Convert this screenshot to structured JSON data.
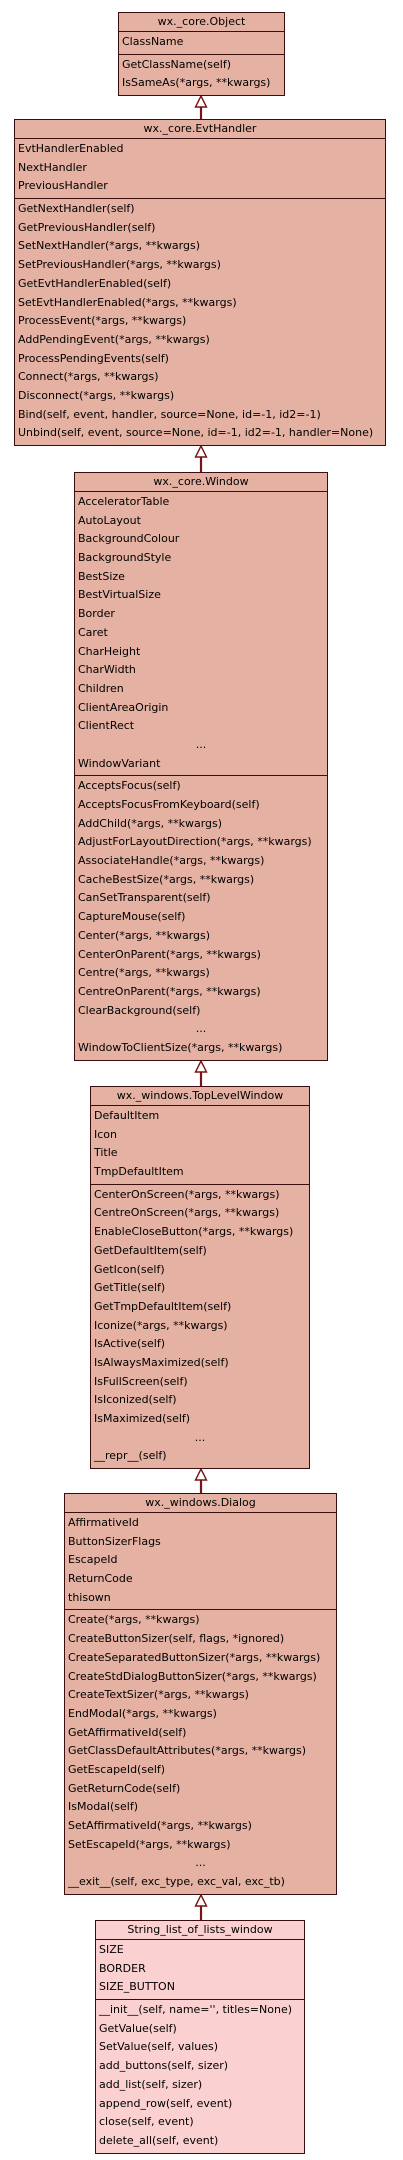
{
  "classes": [
    {
      "id": "object",
      "name": "wx._core.Object",
      "attributes": [
        "ClassName"
      ],
      "methods": [
        "GetClassName(self)",
        "IsSameAs(*args, **kwargs)"
      ]
    },
    {
      "id": "evthandler",
      "name": "wx._core.EvtHandler",
      "attributes": [
        "EvtHandlerEnabled",
        "NextHandler",
        "PreviousHandler"
      ],
      "methods": [
        "GetNextHandler(self)",
        "GetPreviousHandler(self)",
        "SetNextHandler(*args, **kwargs)",
        "SetPreviousHandler(*args, **kwargs)",
        "GetEvtHandlerEnabled(self)",
        "SetEvtHandlerEnabled(*args, **kwargs)",
        "ProcessEvent(*args, **kwargs)",
        "AddPendingEvent(*args, **kwargs)",
        "ProcessPendingEvents(self)",
        "Connect(*args, **kwargs)",
        "Disconnect(*args, **kwargs)",
        "Bind(self, event, handler, source=None, id=-1, id2=-1)",
        "Unbind(self, event, source=None, id=-1, id2=-1, handler=None)"
      ]
    },
    {
      "id": "window",
      "name": "wx._core.Window",
      "attributes": [
        "AcceleratorTable",
        "AutoLayout",
        "BackgroundColour",
        "BackgroundStyle",
        "BestSize",
        "BestVirtualSize",
        "Border",
        "Caret",
        "CharHeight",
        "CharWidth",
        "Children",
        "ClientAreaOrigin",
        "ClientRect",
        "...",
        "WindowVariant"
      ],
      "methods": [
        "AcceptsFocus(self)",
        "AcceptsFocusFromKeyboard(self)",
        "AddChild(*args, **kwargs)",
        "AdjustForLayoutDirection(*args, **kwargs)",
        "AssociateHandle(*args, **kwargs)",
        "CacheBestSize(*args, **kwargs)",
        "CanSetTransparent(self)",
        "CaptureMouse(self)",
        "Center(*args, **kwargs)",
        "CenterOnParent(*args, **kwargs)",
        "Centre(*args, **kwargs)",
        "CentreOnParent(*args, **kwargs)",
        "ClearBackground(self)",
        "...",
        "WindowToClientSize(*args, **kwargs)"
      ]
    },
    {
      "id": "toplevelwindow",
      "name": "wx._windows.TopLevelWindow",
      "attributes": [
        "DefaultItem",
        "Icon",
        "Title",
        "TmpDefaultItem"
      ],
      "methods": [
        "CenterOnScreen(*args, **kwargs)",
        "CentreOnScreen(*args, **kwargs)",
        "EnableCloseButton(*args, **kwargs)",
        "GetDefaultItem(self)",
        "GetIcon(self)",
        "GetTitle(self)",
        "GetTmpDefaultItem(self)",
        "Iconize(*args, **kwargs)",
        "IsActive(self)",
        "IsAlwaysMaximized(self)",
        "IsFullScreen(self)",
        "IsIconized(self)",
        "IsMaximized(self)",
        "...",
        "__repr__(self)"
      ]
    },
    {
      "id": "dialog",
      "name": "wx._windows.Dialog",
      "attributes": [
        "AffirmativeId",
        "ButtonSizerFlags",
        "EscapeId",
        "ReturnCode",
        "thisown"
      ],
      "methods": [
        "Create(*args, **kwargs)",
        "CreateButtonSizer(self, flags, *ignored)",
        "CreateSeparatedButtonSizer(*args, **kwargs)",
        "CreateStdDialogButtonSizer(*args, **kwargs)",
        "CreateTextSizer(*args, **kwargs)",
        "EndModal(*args, **kwargs)",
        "GetAffirmativeId(self)",
        "GetClassDefaultAttributes(*args, **kwargs)",
        "GetEscapeId(self)",
        "GetReturnCode(self)",
        "IsModal(self)",
        "SetAffirmativeId(*args, **kwargs)",
        "SetEscapeId(*args, **kwargs)",
        "...",
        "__exit__(self, exc_type, exc_val, exc_tb)"
      ]
    },
    {
      "id": "string_list",
      "name": "String_list_of_lists_window",
      "attributes": [
        "SIZE",
        "BORDER",
        "SIZE_BUTTON"
      ],
      "methods": [
        "__init__(self, name='', titles=None)",
        "GetValue(self)",
        "SetValue(self, values)",
        "add_buttons(self, sizer)",
        "add_list(self, sizer)",
        "append_row(self, event)",
        "close(self, event)",
        "delete_all(self, event)"
      ]
    }
  ],
  "colors": {
    "base_fill": "#e4b1a2",
    "leaf_fill": "#fad0d0",
    "border": "#3a0e0e",
    "edge": "#7a1414"
  }
}
